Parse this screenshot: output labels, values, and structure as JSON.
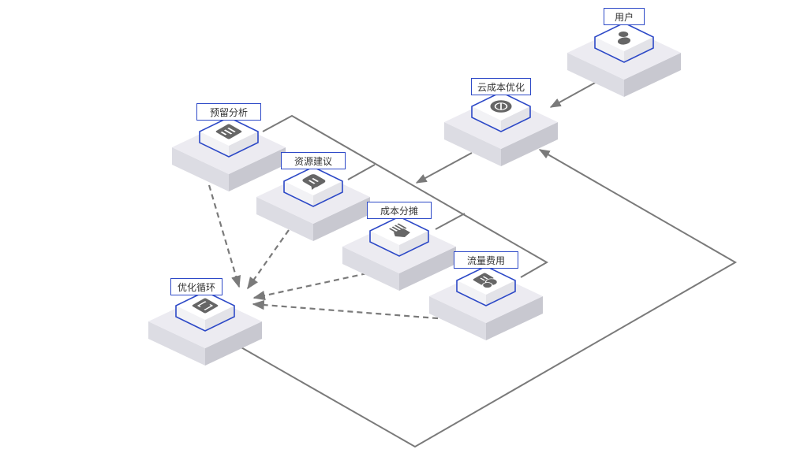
{
  "diagram": {
    "colors": {
      "outline": "#2d49c7",
      "line": "#7a7a7a",
      "icon": "#666666",
      "platform_top": "#ecebf1",
      "platform_left": "#dcdce3",
      "platform_right": "#c8c8d0",
      "cube_top": "#ffffff",
      "cube_left": "#f2f2f5",
      "cube_right": "#e3e3e8"
    },
    "nodes": [
      {
        "id": "user",
        "label": "用户",
        "icon": "user-icon"
      },
      {
        "id": "cloud_cost",
        "label": "云成本优化",
        "icon": "cost-coin-icon"
      },
      {
        "id": "reservation",
        "label": "预留分析",
        "icon": "report-icon"
      },
      {
        "id": "resource",
        "label": "资源建议",
        "icon": "chat-bubble-icon"
      },
      {
        "id": "allocation",
        "label": "成本分摊",
        "icon": "hand-share-icon"
      },
      {
        "id": "traffic",
        "label": "流量费用",
        "icon": "bill-coins-icon"
      },
      {
        "id": "loop",
        "label": "优化循环",
        "icon": "cycle-icon"
      }
    ],
    "edges": [
      {
        "from": "user",
        "to": "cloud_cost",
        "style": "solid"
      },
      {
        "from": "cloud_cost",
        "to": "group",
        "style": "solid"
      },
      {
        "from": "reservation",
        "to": "loop",
        "style": "dashed"
      },
      {
        "from": "resource",
        "to": "loop",
        "style": "dashed"
      },
      {
        "from": "allocation",
        "to": "loop",
        "style": "dashed"
      },
      {
        "from": "traffic",
        "to": "loop",
        "style": "dashed"
      },
      {
        "from": "loop",
        "to": "cloud_cost",
        "style": "solid"
      }
    ]
  }
}
